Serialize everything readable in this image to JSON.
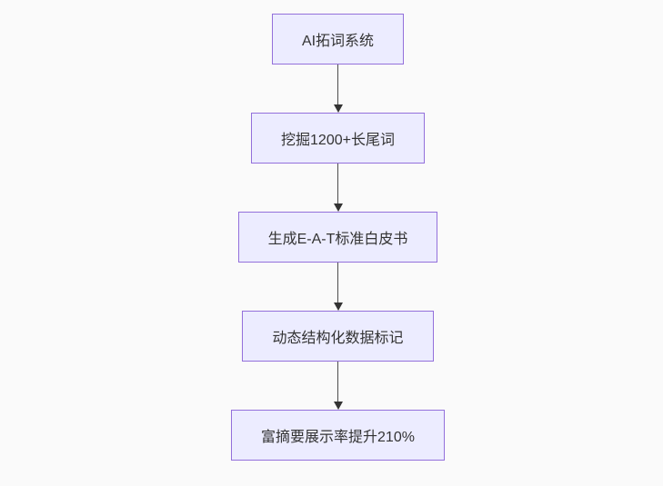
{
  "flowchart": {
    "type": "flowchart",
    "direction": "top-down",
    "colors": {
      "node_fill": "#ececff",
      "node_border": "#9370db",
      "node_text": "#333333",
      "edge_line": "#4d4d4d",
      "edge_arrow": "#333333",
      "page_background": "#fafafa"
    },
    "nodes": [
      {
        "id": "step-1",
        "label": "AI拓词系统"
      },
      {
        "id": "step-2",
        "label": "挖掘1200+长尾词"
      },
      {
        "id": "step-3",
        "label": "生成E-A-T标准白皮书"
      },
      {
        "id": "step-4",
        "label": "动态结构化数据标记"
      },
      {
        "id": "step-5",
        "label": "富摘要展示率提升210%"
      }
    ],
    "edges": [
      {
        "from": "step-1",
        "to": "step-2"
      },
      {
        "from": "step-2",
        "to": "step-3"
      },
      {
        "from": "step-3",
        "to": "step-4"
      },
      {
        "from": "step-4",
        "to": "step-5"
      }
    ]
  }
}
